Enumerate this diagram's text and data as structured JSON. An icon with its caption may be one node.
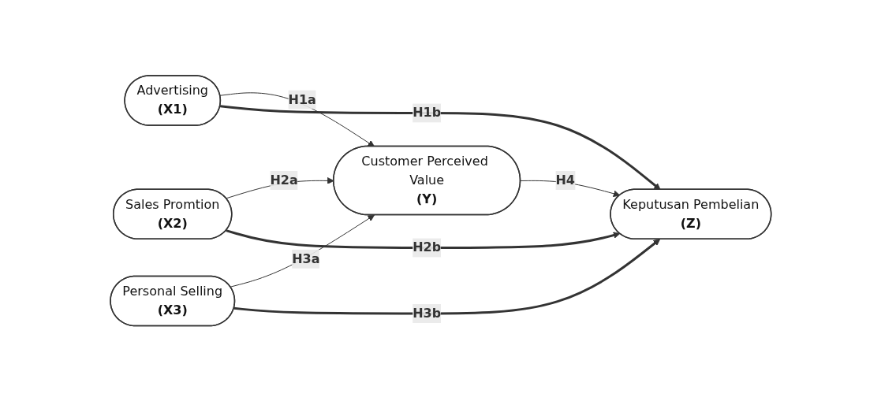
{
  "diagram": {
    "nodes": [
      {
        "text": [
          "Advertising",
          "(X1)"
        ]
      },
      {
        "text": [
          "Sales Promtion",
          "(X2)"
        ]
      },
      {
        "text": [
          "Personal Selling",
          "(X3)"
        ]
      },
      {
        "text": [
          "Customer Perceived Value",
          "(Y)"
        ]
      },
      {
        "text": [
          "Keputusan Pembelian",
          "(Z)"
        ]
      }
    ],
    "edges": [
      {
        "from": 0,
        "to": 3,
        "arrow": "to",
        "label": "H1a"
      },
      {
        "from": 1,
        "to": 3,
        "arrow": "to",
        "label": "H2a"
      },
      {
        "from": 2,
        "to": 3,
        "arrow": "to",
        "label": "H3a"
      },
      {
        "from": 3,
        "to": 4,
        "arrow": "to",
        "label": "H4"
      },
      {
        "from": 0,
        "to": 4,
        "arrow": "to",
        "label": "H1b",
        "style": "thick"
      },
      {
        "from": 2,
        "to": 4,
        "arrow": "to",
        "label": "H3b",
        "style": "thick"
      },
      {
        "from": 1,
        "to": 4,
        "arrow": "to",
        "label": "H2b",
        "style": "thick"
      }
    ]
  }
}
